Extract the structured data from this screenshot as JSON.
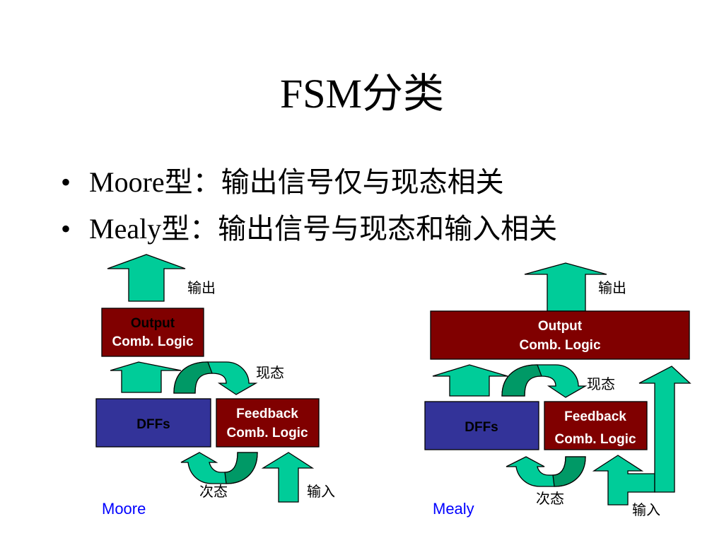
{
  "title": "FSM分类",
  "bullets": [
    {
      "marker": "•",
      "text": "Moore型：输出信号仅与现态相关"
    },
    {
      "marker": "•",
      "text": "Mealy型：输出信号与现态和输入相关"
    }
  ],
  "colors": {
    "arrow_fill": "#00CC99",
    "arrow_curve_dark": "#009966",
    "logic_box": "#800000",
    "dff_box": "#333399",
    "box_text": "#FFFFFF",
    "box_text_dark": "#000000",
    "type_label": "#0000FF"
  },
  "moore": {
    "label": "Moore",
    "output_logic": {
      "line1": "Output",
      "line2": "Comb. Logic"
    },
    "dffs": "DFFs",
    "feedback_logic": {
      "line1": "Feedback",
      "line2": "Comb. Logic"
    },
    "output_caption": "输出",
    "present_state": "现态",
    "next_state": "次态",
    "input_caption": "输入"
  },
  "mealy": {
    "label": "Mealy",
    "output_logic": {
      "line1": "Output",
      "line2": "Comb. Logic"
    },
    "dffs": "DFFs",
    "feedback_logic": {
      "line1": "Feedback",
      "line2": "Comb. Logic"
    },
    "output_caption": "输出",
    "present_state": "现态",
    "next_state": "次态",
    "input_caption": "输入"
  }
}
